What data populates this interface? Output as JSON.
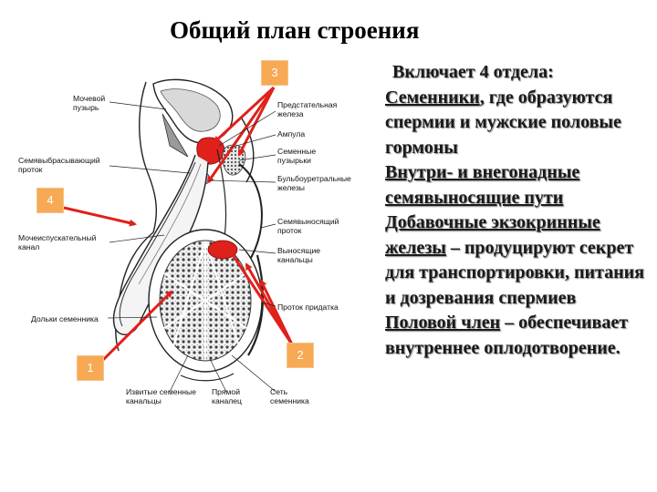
{
  "title": "Общий план строения",
  "diagram": {
    "labels": {
      "bladder": "Мочевой\nпузырь",
      "ejaculatory_duct": "Семявыбрасывающий\nпроток",
      "urethra": "Мочеиспускательный\nканал",
      "testis_lobules": "Дольки семенника",
      "prostate": "Предстательная\nжелеза",
      "ampulla": "Ампула",
      "seminal_vesicles": "Семенные\nпузырьки",
      "bulbourethral": "Бульбоуретральные\nжелезы",
      "vas_deferens": "Семявыносящий\nпроток",
      "efferent_ducts": "Выносящие\nканальцы",
      "epididymis_duct": "Проток придатка",
      "convoluted_tubules": "Извитые семенные\nканальцы",
      "straight_tubule": "Прямой\nканалец",
      "rete_testis": "Сеть\nсеменника"
    },
    "markers": [
      "3",
      "4",
      "1",
      "2"
    ],
    "colors": {
      "arrow": "#e0201b",
      "marker_fill": "#f7a954",
      "highlight": "#e0201b"
    }
  },
  "text": {
    "intro": "Включает 4 отдела:",
    "item1_term": "Семенники",
    "item1_rest": ", где образуются спермии и мужские половые гормоны",
    "item2_term": "Внутри- и внегонадные семявыносящие пути",
    "item3_term": "Добавочные экзокринные железы",
    "item3_rest": " – продуцируют секрет для транспортировки, питания и дозревания спермиев",
    "item4_term": "Половой член",
    "item4_rest": " – обеспечивает внутреннее оплодотворение."
  }
}
